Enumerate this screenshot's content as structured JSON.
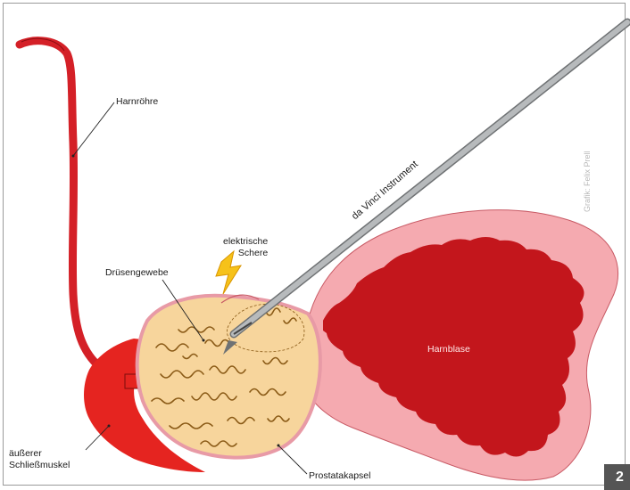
{
  "labels": {
    "harnroehre": "Harnröhre",
    "druesengewebe": "Drüsengewebe",
    "schere_line1": "elektrische",
    "schere_line2": "Schere",
    "instrument": "da Vinci Instrument",
    "harnblase": "Harnblase",
    "muskel_line1": "äußerer",
    "muskel_line2": "Schließmuskel",
    "prostatakapsel": "Prostatakapsel"
  },
  "credit": "Grafik: Felix Prell",
  "page_number": "2",
  "colors": {
    "urethra": "#d42027",
    "muscle": "#e52420",
    "bladder_wall": "#f5aab0",
    "bladder_inner": "#c3161c",
    "prostate_tissue": "#f7d59c",
    "capsule": "#e89aa6",
    "tissue_squiggle": "#8a5a16",
    "instrument": "#a7aaac",
    "spark": "#f6c21a"
  }
}
